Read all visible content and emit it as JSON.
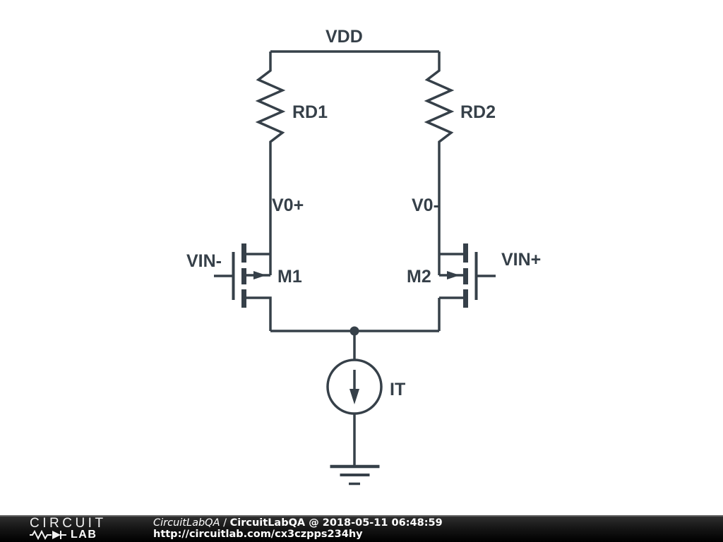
{
  "schematic": {
    "stroke_color": "#364049",
    "supply": {
      "label": "VDD"
    },
    "resistors": [
      {
        "name": "RD1"
      },
      {
        "name": "RD2"
      }
    ],
    "output_nodes": [
      {
        "label": "V0+"
      },
      {
        "label": "V0-"
      }
    ],
    "mosfets": [
      {
        "name": "M1",
        "input_label": "VIN-"
      },
      {
        "name": "M2",
        "input_label": "VIN+"
      }
    ],
    "tail_current_source": {
      "name": "IT"
    }
  },
  "footer": {
    "brand": {
      "top": "CIRCUIT",
      "bottom": "LAB"
    },
    "author_italic": "CircuitLabQA",
    "divider": " / ",
    "title": "CircuitLabQA @ 2018-05-11 06:48:59",
    "url": "http://circuitlab.com/cx3czpps234hy"
  }
}
